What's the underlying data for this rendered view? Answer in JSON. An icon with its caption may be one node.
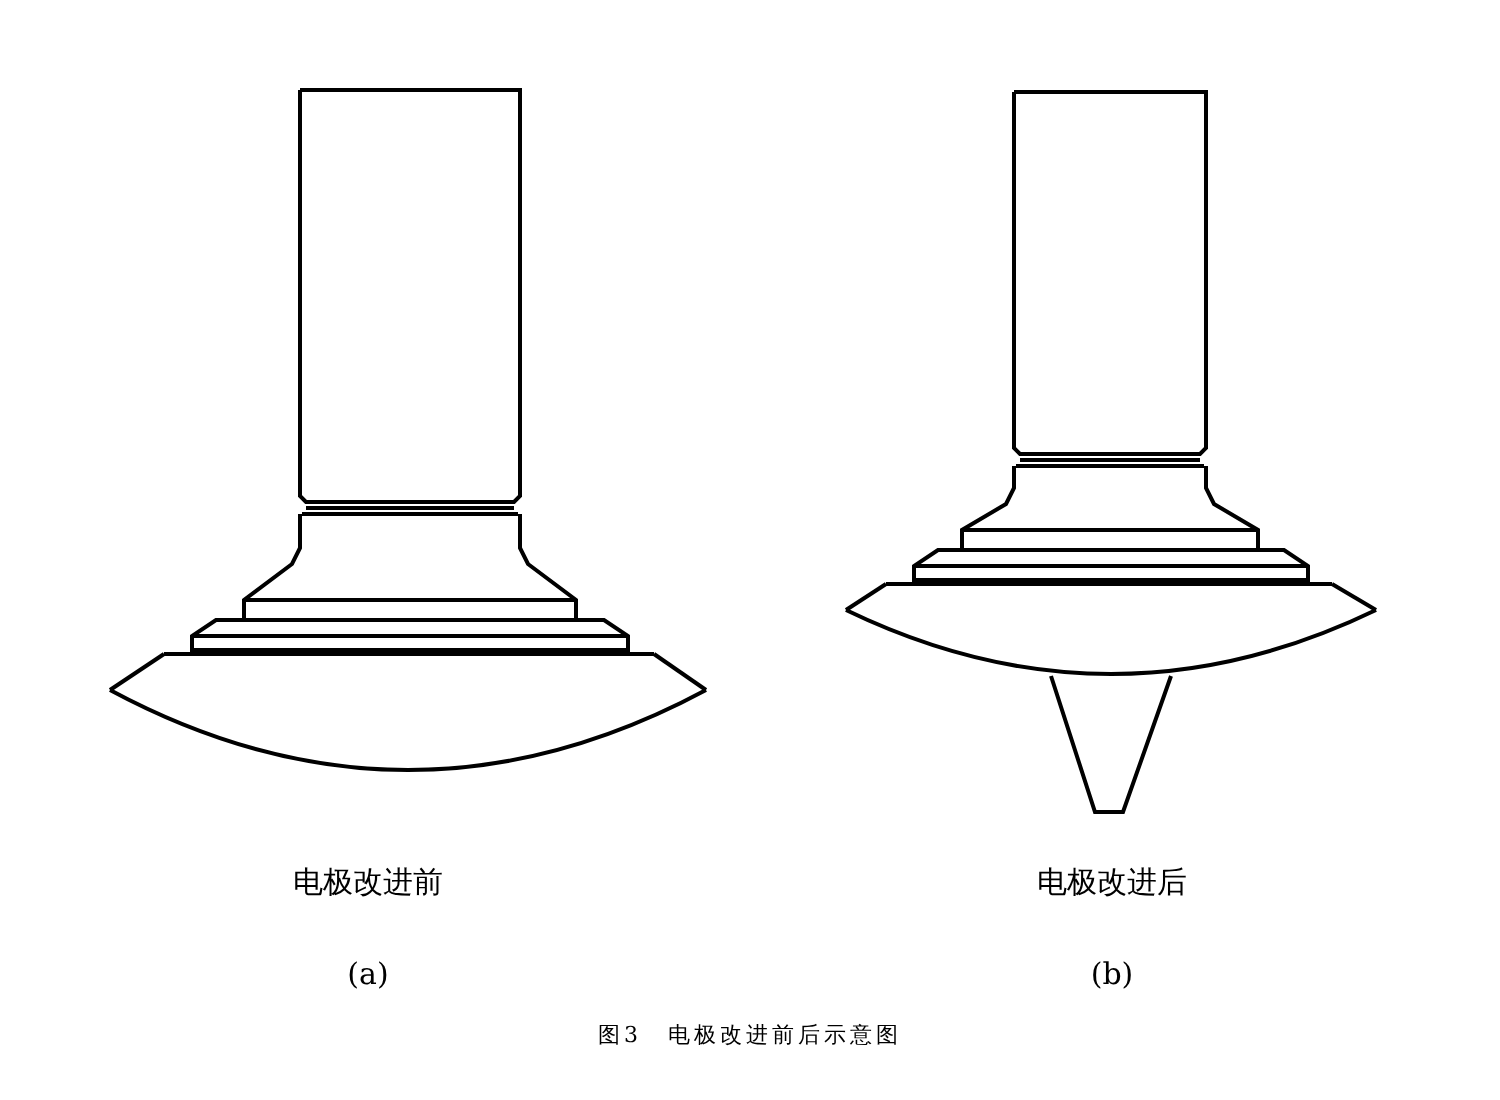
{
  "diagram": {
    "caption": "图3　电极改进前后示意图",
    "labels": [
      "电极改进前",
      "电极改进后",
      "(a)",
      "(b)"
    ]
  }
}
